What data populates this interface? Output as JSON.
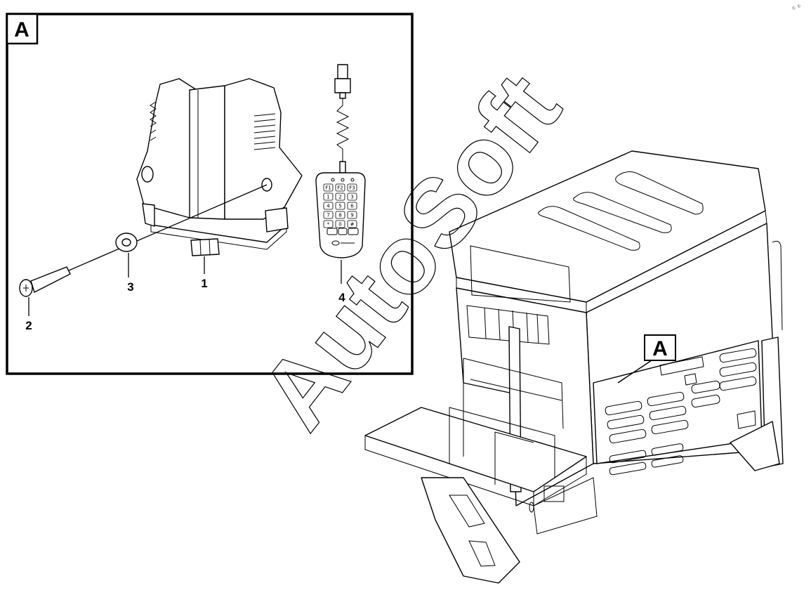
{
  "detail_view": {
    "tag": "A"
  },
  "cab_view": {
    "tag": "A"
  },
  "callouts": [
    {
      "id": "callout-1",
      "text": "1"
    },
    {
      "id": "callout-2",
      "text": "2"
    },
    {
      "id": "callout-3",
      "text": "3"
    },
    {
      "id": "callout-4",
      "text": "4"
    }
  ],
  "remote_keys": [
    "F1",
    "F2",
    "F3",
    "1",
    "2",
    "3",
    "4",
    "5",
    "6",
    "7",
    "8",
    "9",
    "*",
    "0",
    "#"
  ],
  "watermark": "AutoSoft",
  "corner_mark": "© ©"
}
